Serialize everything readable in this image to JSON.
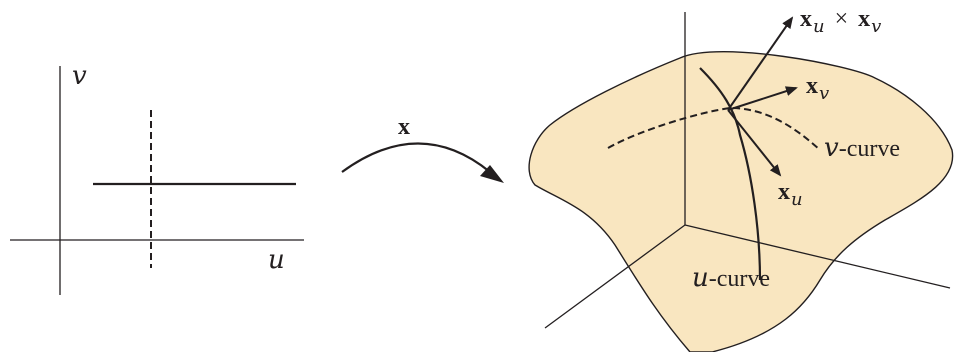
{
  "parameter_domain": {
    "u_axis_label": "u",
    "v_axis_label": "v"
  },
  "mapping": {
    "label": "x"
  },
  "surface": {
    "fill_color": "#f9e6c0",
    "stroke_color": "#231f20",
    "cross_product": {
      "a": "x",
      "a_sub": "u",
      "times": "×",
      "b": "x",
      "b_sub": "v"
    },
    "tangent_v": {
      "base": "x",
      "sub": "v"
    },
    "tangent_u": {
      "base": "x",
      "sub": "u"
    },
    "v_curve": {
      "var": "v",
      "suffix": "-curve"
    },
    "u_curve": {
      "var": "u",
      "suffix": "-curve"
    }
  }
}
